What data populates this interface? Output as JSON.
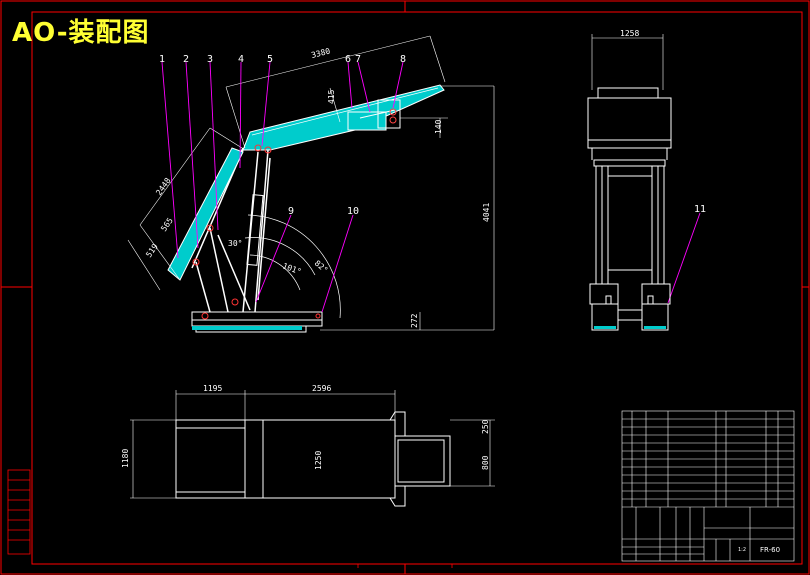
{
  "title": "AO-装配图",
  "colors": {
    "background": "#000000",
    "frame": "#ff0000",
    "outline": "#ffffff",
    "hatch": "#00cccc",
    "leader": "#ff00ff",
    "title": "#ffff33"
  },
  "side_view": {
    "part_labels": [
      "1",
      "2",
      "3",
      "4",
      "5",
      "6",
      "7",
      "8",
      "9",
      "10"
    ],
    "dims": {
      "canopy_length": "3380",
      "canopy_depth": "415",
      "tip_height": "140",
      "beam_length": "2448",
      "d565": "565",
      "d519": "519",
      "angle_30": "30°",
      "angle_101": "101°",
      "angle_82": "82°",
      "total_height": "4041",
      "base_height": "272"
    }
  },
  "front_view": {
    "width_dim": "1258",
    "part_label": "11"
  },
  "plan_view": {
    "dims": {
      "d1195": "1195",
      "d2596": "2596",
      "d1180": "1180",
      "d1250": "1250",
      "d800": "800",
      "d250": "250"
    }
  },
  "title_block": {
    "drawing_code": "FR-60",
    "scale": "1:2"
  }
}
